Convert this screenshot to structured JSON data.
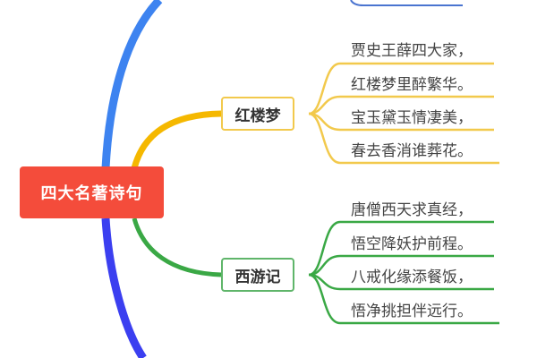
{
  "root": {
    "label": "四大名著诗句",
    "color": "#f44c3b"
  },
  "branches": [
    {
      "label": "红楼梦",
      "color": "#f5b800",
      "leaves": [
        "贾史王薛四大家，",
        "红楼梦里醉繁华。",
        "宝玉黛玉情凄美，",
        "春去香消谁葬花。"
      ]
    },
    {
      "label": "西游记",
      "color": "#3aa845",
      "leaves": [
        "唐僧西天求真经，",
        "悟空降妖护前程。",
        "八戒化缘添餐饭，",
        "悟净挑担伴远行。"
      ]
    }
  ],
  "offscreen_branch_colors": {
    "top": "#3d83f0",
    "bottom": "#3b3ff0"
  }
}
